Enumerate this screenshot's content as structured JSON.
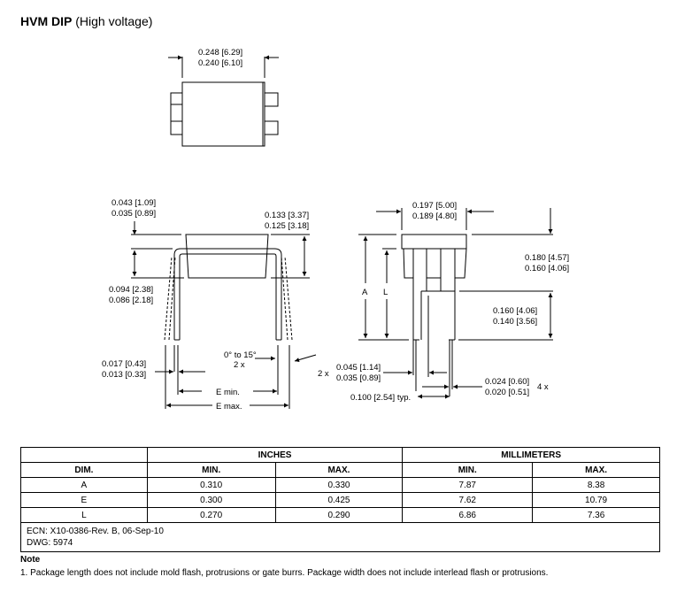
{
  "title": {
    "bold": "HVM DIP",
    "rest": "(High voltage)"
  },
  "top_view": {
    "width_max": "0.248 [6.29]",
    "width_min": "0.240 [6.10]"
  },
  "side_view": {
    "lead_thick_max": "0.043 [1.09]",
    "lead_thick_min": "0.035 [0.89]",
    "body_h_max": "0.133 [3.37]",
    "body_h_min": "0.125 [3.18]",
    "standoff_max": "0.094 [2.38]",
    "standoff_min": "0.086 [2.18]",
    "lead_w_max": "0.017 [0.43]",
    "lead_w_min": "0.013 [0.33]",
    "angle": "0° to 15°",
    "angle_count": "2 x",
    "lead_count": "2 x",
    "e_min": "E min.",
    "e_max": "E max."
  },
  "end_view": {
    "width_max": "0.197 [5.00]",
    "width_min": "0.189 [4.80]",
    "height_max": "0.180 [4.57]",
    "height_min": "0.160 [4.06]",
    "lead_len_max": "0.160 [4.06]",
    "lead_len_min": "0.140 [3.56]",
    "shoulder_max": "0.045 [1.14]",
    "shoulder_min": "0.035 [0.89]",
    "pin_w_max": "0.024 [0.60]",
    "pin_w_min": "0.020 [0.51]",
    "pin_count": "4 x",
    "pitch": "0.100 [2.54] typ.",
    "label_a": "A",
    "label_l": "L"
  },
  "table": {
    "group_headers": [
      "INCHES",
      "MILLIMETERS"
    ],
    "headers": [
      "DIM.",
      "MIN.",
      "MAX.",
      "MIN.",
      "MAX."
    ],
    "rows": [
      [
        "A",
        "0.310",
        "0.330",
        "7.87",
        "8.38"
      ],
      [
        "E",
        "0.300",
        "0.425",
        "7.62",
        "10.79"
      ],
      [
        "L",
        "0.270",
        "0.290",
        "6.86",
        "7.36"
      ]
    ],
    "ecn": "ECN: X10-0386-Rev. B, 06-Sep-10",
    "dwg": "DWG: 5974"
  },
  "note": {
    "heading": "Note",
    "text": "1.  Package length does not include mold flash, protrusions or gate burrs. Package width does not include interlead flash or protrusions."
  }
}
